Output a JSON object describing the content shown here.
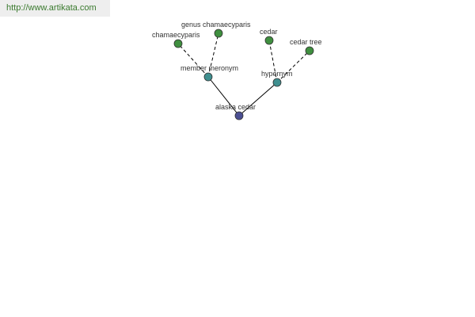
{
  "site": {
    "url": "http://www.artikata.com"
  },
  "nodes": {
    "root": {
      "label": "alaska cedar",
      "color": "#4b4f92"
    },
    "relations": {
      "member_meronym": {
        "label": "member meronym",
        "color": "#3f8f8f"
      },
      "hypernym": {
        "label": "hypernym",
        "color": "#3f8f8f"
      }
    },
    "leaves": {
      "chamaecyparis": {
        "label": "chamaecyparis",
        "color": "#3f8f3f"
      },
      "genus_chamaecyparis": {
        "label": "genus chamaecyparis",
        "color": "#3f8f3f"
      },
      "cedar": {
        "label": "cedar",
        "color": "#3f8f3f"
      },
      "cedar_tree": {
        "label": "cedar tree",
        "color": "#3f8f3f"
      }
    }
  },
  "colors": {
    "edge": "#000000",
    "url_bar_bg": "#eeeeee",
    "url_text": "#3a7a2e"
  }
}
